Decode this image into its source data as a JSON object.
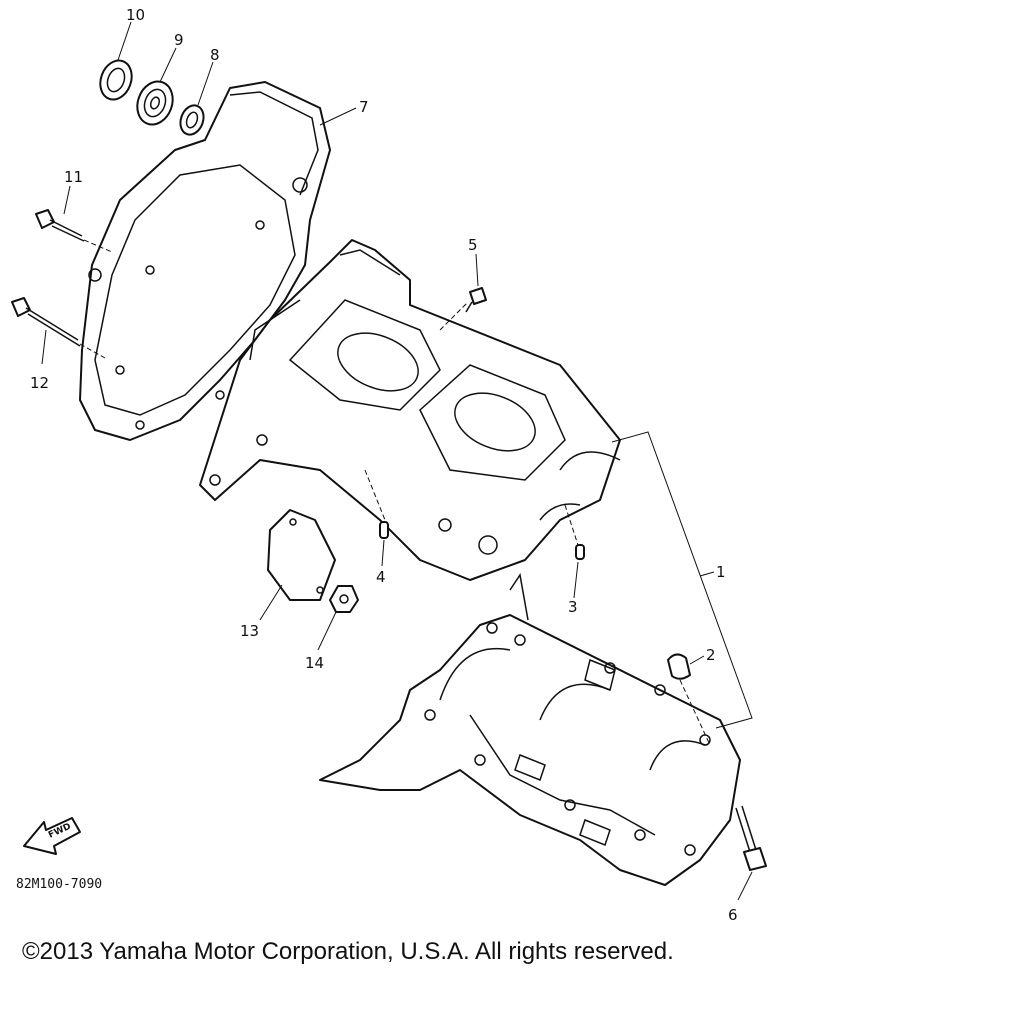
{
  "diagram": {
    "labels": [
      "1",
      "2",
      "3",
      "4",
      "5",
      "6",
      "7",
      "8",
      "9",
      "10",
      "11",
      "12",
      "13",
      "14"
    ],
    "fwd_label": "FWD",
    "part_code": "82M100-7090"
  },
  "footer": {
    "copyright": "©2013 Yamaha Motor Corporation, U.S.A. All rights reserved."
  }
}
